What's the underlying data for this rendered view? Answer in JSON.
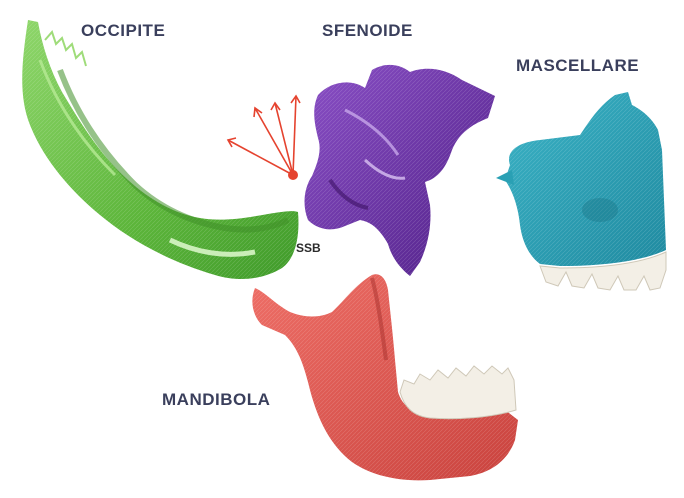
{
  "labels": {
    "occipite": "OCCIPITE",
    "sfenoide": "SFENOIDE",
    "mascellare": "MASCELLARE",
    "mandibola": "MANDIBOLA",
    "ssb": "SSB"
  },
  "colors": {
    "occipite": "#6fc14a",
    "sfenoide": "#6a2fa3",
    "mascellare": "#2aa0b4",
    "mandibola": "#e2564f",
    "teeth": "#f4f1ea",
    "arrows": "#e5432f",
    "label_text": "#3a3f5c"
  }
}
